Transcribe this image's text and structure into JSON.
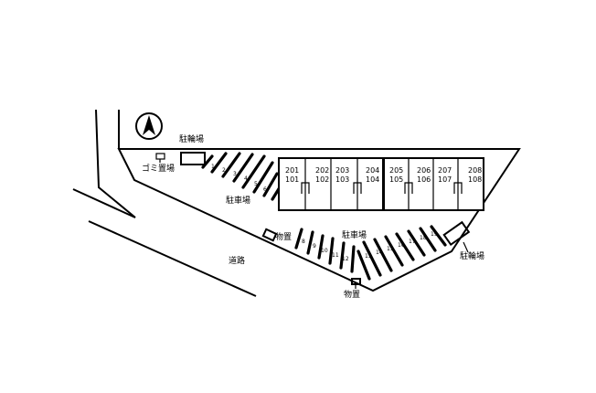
{
  "labels": {
    "bicycle_parking_top": "駐輪場",
    "garbage": "ゴミ置場",
    "parking_upper": "駐車場",
    "parking_lower": "駐車場",
    "storage_left": "物置",
    "storage_bottom": "物置",
    "bicycle_parking_right": "駐輪場",
    "road": "道路"
  },
  "units": [
    {
      "upper": "201",
      "lower": "101"
    },
    {
      "upper": "202",
      "lower": "102"
    },
    {
      "upper": "203",
      "lower": "103"
    },
    {
      "upper": "204",
      "lower": "104"
    },
    {
      "upper": "205",
      "lower": "105"
    },
    {
      "upper": "206",
      "lower": "106"
    },
    {
      "upper": "207",
      "lower": "107"
    },
    {
      "upper": "208",
      "lower": "108"
    }
  ],
  "upper_parking_numbers": [
    "1",
    "2",
    "3",
    "4",
    "5",
    "6"
  ],
  "lower_parking_numbers": [
    "8",
    "9",
    "10",
    "11",
    "12",
    "13",
    "14",
    "15",
    "16",
    "17",
    "18",
    "19"
  ],
  "north_symbol": "north-arrow-icon"
}
